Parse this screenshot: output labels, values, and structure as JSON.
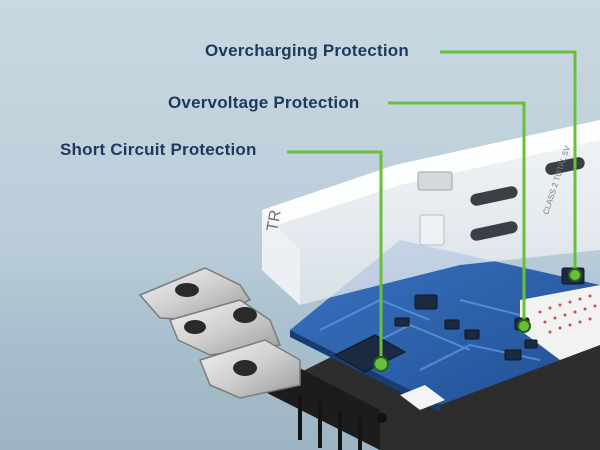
{
  "callouts": [
    {
      "label": "Overcharging Protection"
    },
    {
      "label": "Overvoltage Protection"
    },
    {
      "label": "Short Circuit Protection"
    }
  ],
  "device": {
    "faceplate_marks": "TR",
    "usb_text": "CLASS 2 TOTAL 5V",
    "colors": {
      "callout_text": "#1c3a5e",
      "leader_line": "#6abf3a",
      "pcb": "#2b5fa8",
      "housing": "#2a2a2a"
    }
  }
}
